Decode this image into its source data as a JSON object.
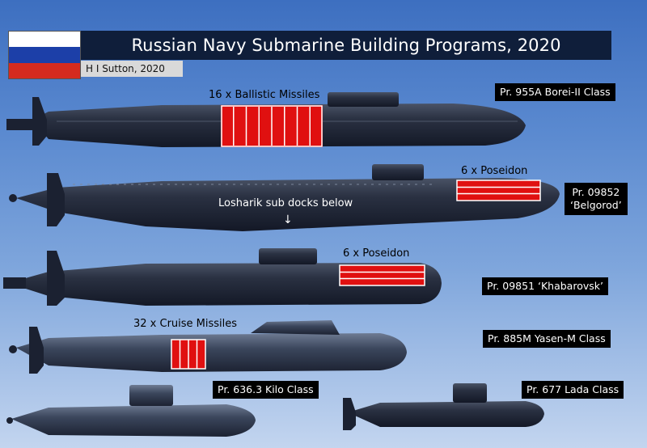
{
  "title": "Russian Navy Submarine Building Programs, 2020",
  "credit": "H I Sutton, 2020",
  "flag_colors": [
    "#ffffff",
    "#1c3fa8",
    "#d52b1e"
  ],
  "submarines": [
    {
      "label": "Pr. 955A Borei-II Class",
      "annotation": "16 x Ballistic Missiles",
      "launch_tubes": 16
    },
    {
      "label_line1": "Pr. 09852",
      "label_line2": "‘Belgorod’",
      "annotation": "6 x Poseidon",
      "launch_tubes": 6,
      "note": "Losharik sub docks below",
      "note_arrow": "↓"
    },
    {
      "label": "Pr. 09851 ‘Khabarovsk’",
      "annotation": "6 x Poseidon",
      "launch_tubes": 6
    },
    {
      "label": "Pr. 885M Yasen-M Class",
      "annotation": "32 x Cruise Missiles",
      "launch_tubes": 32
    },
    {
      "label": "Pr. 636.3 Kilo Class"
    },
    {
      "label": "Pr. 677 Lada Class"
    }
  ],
  "colors": {
    "hull": "#1e2536",
    "weapon": "#e01010",
    "label_bg": "#000000",
    "title_bg": "#0f1e3a"
  }
}
